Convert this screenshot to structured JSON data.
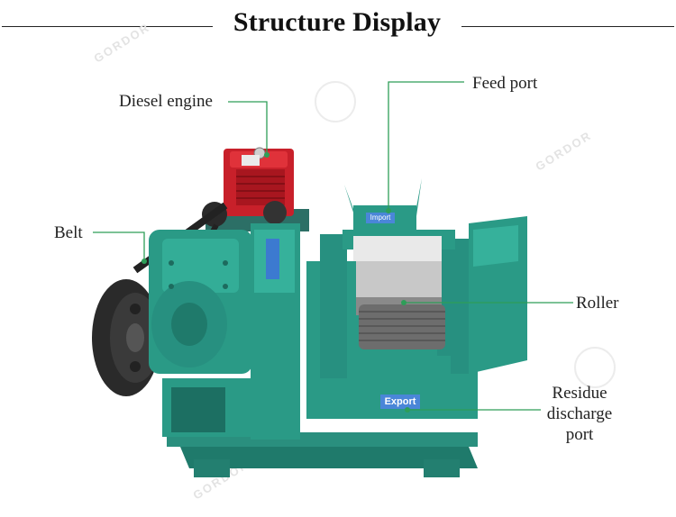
{
  "title": "Structure Display",
  "watermark": "GORDOR",
  "labels": {
    "diesel_engine": "Diesel engine",
    "feed_port": "Feed port",
    "belt": "Belt",
    "roller": "Roller",
    "residue_line1": "Residue",
    "residue_line2": "discharge",
    "residue_line3": "port"
  },
  "plates": {
    "import": "Import",
    "export": "Export"
  },
  "colors": {
    "machine_green": "#2a9a86",
    "engine_red": "#c8202a",
    "leader_line": "#2e9e58",
    "plate_blue": "#4a86d8"
  }
}
